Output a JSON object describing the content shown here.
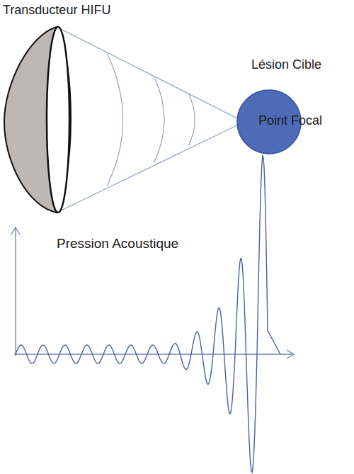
{
  "diagram": {
    "nodes": [
      {
        "text": [
          "Transducteur HIFU"
        ]
      },
      {
        "text": [
          "Lésion Cible",
          "Point Focal"
        ]
      }
    ],
    "labels": [
      "Pression Acoustique"
    ]
  }
}
